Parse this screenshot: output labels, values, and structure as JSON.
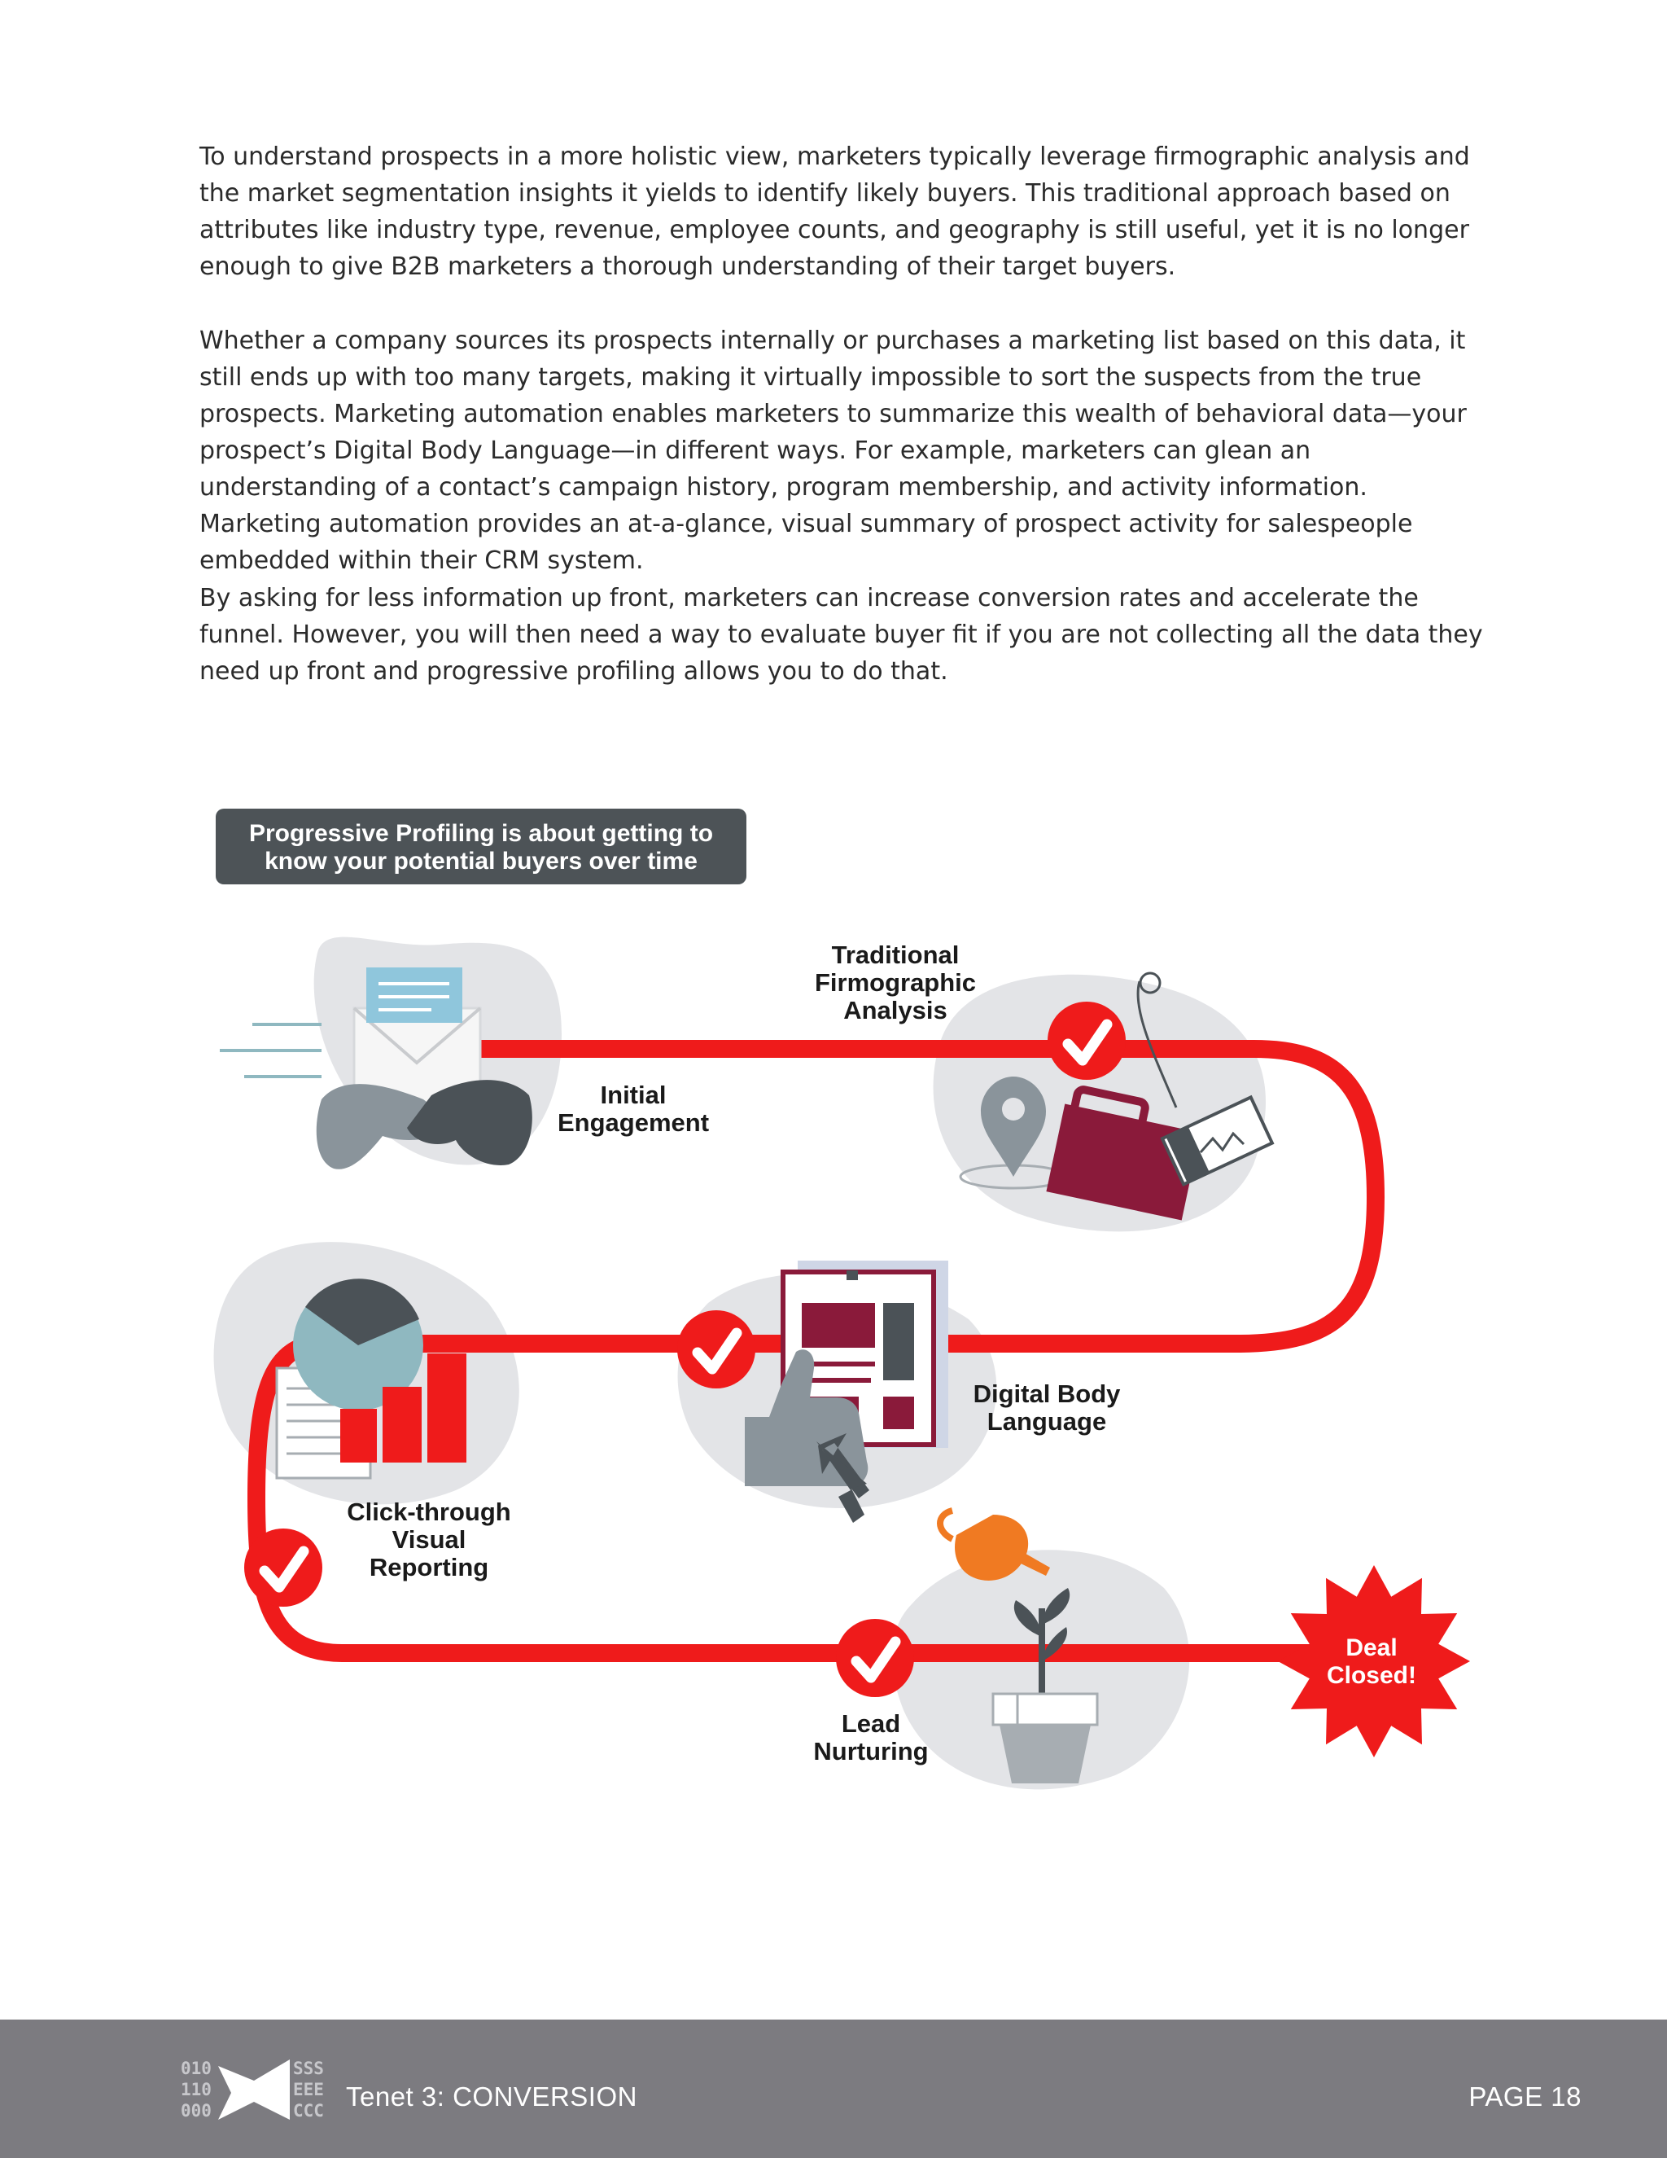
{
  "paragraphs": [
    "To understand prospects in a more holistic view, marketers typically leverage firmographic analysis and the market segmentation insights it yields to identify likely buyers. This traditional approach based on attributes like industry type, revenue, employee counts, and geography is still useful, yet it is no longer enough to give B2B marketers a thorough understanding of their target buyers.",
    "Whether a company sources its prospects internally or purchases a marketing list based on this data, it still ends up with too many targets, making it virtually impossible to sort the suspects from the true prospects. Marketing automation enables marketers to summarize this wealth of behavioral data—your prospect’s Digital Body Language—in different ways. For example, marketers can glean an understanding of a contact’s campaign history, program membership, and activity information. Marketing automation provides an at-a-glance, visual summary of prospect activity for salespeople embedded within their CRM system.",
    "By asking for less information up front, marketers can increase conversion rates and accelerate the funnel. However, you will then need a way to evaluate buyer fit if you are not collecting all the data they need up front and progressive profiling allows you to do that."
  ],
  "infographic": {
    "banner_line1": "Progressive Profiling is about getting to",
    "banner_line2": "know your potential buyers over time",
    "steps": {
      "initial_engagement": [
        "Initial",
        "Engagement"
      ],
      "firmographic": [
        "Traditional",
        "Firmographic",
        "Analysis"
      ],
      "digital_body_language": [
        "Digital Body",
        "Language"
      ],
      "click_through": [
        "Click-through",
        "Visual",
        "Reporting"
      ],
      "lead_nurturing": [
        "Lead",
        "Nurturing"
      ]
    },
    "deal_closed": [
      "Deal",
      "Closed!"
    ],
    "colors": {
      "path_red": "#ef1b1b",
      "banner_gray": "#4d5357",
      "blob_gray": "#e3e4e7",
      "maroon": "#8a1a3a",
      "slate": "#4b5257",
      "light_blue": "#8fb8c0",
      "orange": "#f07a22"
    }
  },
  "footer": {
    "title": "Tenet 3: CONVERSION",
    "page": "PAGE 18",
    "logo_left": [
      "010",
      "110",
      "000"
    ],
    "logo_right": [
      "SSS",
      "EEE",
      "CCC"
    ]
  }
}
